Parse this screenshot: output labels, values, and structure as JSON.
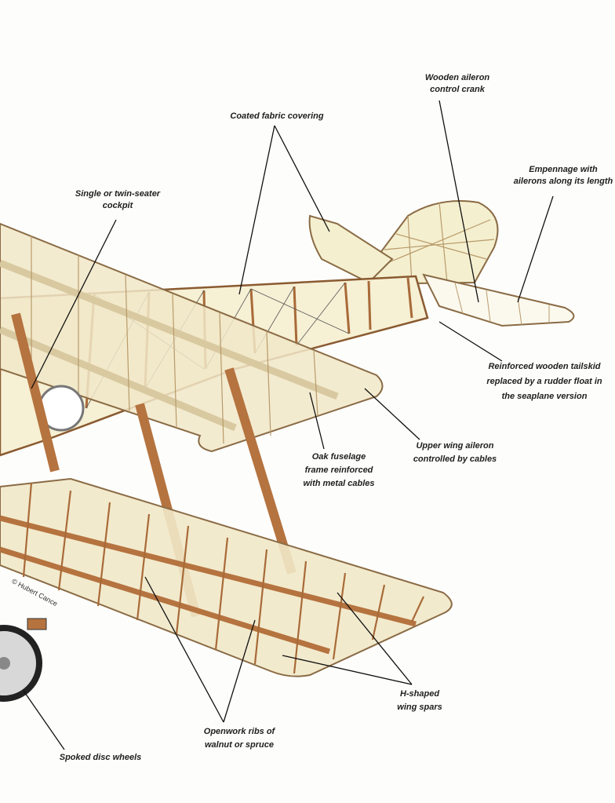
{
  "title": "Biplane structural cutaway",
  "credit": "© Hubert Cance",
  "labels": {
    "aileron_crank": [
      "Wooden aileron",
      "control crank"
    ],
    "fabric": [
      "Coated fabric covering"
    ],
    "empennage": [
      "Empennage with",
      "ailerons along its length"
    ],
    "cockpit": [
      "Single or twin-seater",
      "cockpit"
    ],
    "tailskid": [
      "Reinforced wooden tailskid",
      "replaced by a rudder float in",
      "the seaplane version"
    ],
    "upper_aileron": [
      "Upper wing aileron",
      "controlled by cables"
    ],
    "fuselage": [
      "Oak fuselage",
      "frame reinforced",
      "with metal cables"
    ],
    "spars": [
      "H-shaped",
      "wing spars"
    ],
    "ribs": [
      "Openwork ribs of",
      "walnut or spruce"
    ],
    "wheels": [
      "Spoked disc wheels"
    ]
  },
  "colors": {
    "wood": "#b5733f",
    "fabric": "#f4efcf",
    "frame": "#d9c9a0",
    "line": "#111111"
  }
}
